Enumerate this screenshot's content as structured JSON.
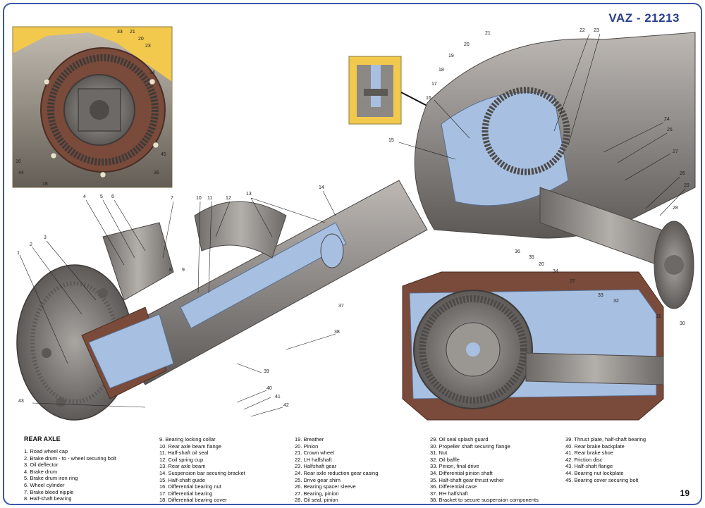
{
  "header": {
    "title": "VAZ - 21213"
  },
  "legend": {
    "title": "REAR AXLE",
    "columns": [
      [
        "1. Road wheel cap",
        "2. Brake drum - to - wheel securing bolt",
        "3. Oil deflector",
        "4. Brake drum",
        "5. Brake drum iron ring",
        "6. Wheel cylinder",
        "7. Brake bleed nipple",
        "8. Half-shaft bearing"
      ],
      [
        "9. Bearing locking collar",
        "10. Rear axle beam flange",
        "11. Half-shaft oil seal",
        "12. Coil spring cup",
        "13. Rear axle beam",
        "14. Suspension bar securing bracket",
        "15. Half-shaft guide",
        "16. Differential bearing nut",
        "17. Differential bearing",
        "18. Differential bearing cover"
      ],
      [
        "19. Breather",
        "20. Pinion",
        "21. Crown wheel",
        "22. LH halfshaft",
        "23. Halfshaft gear",
        "24. Rear axle reduction gear casing",
        "25. Drive gear shim",
        "26. Bearing spacer sleeve",
        "27. Bearing, pinion",
        "28. Oil seal, pinion"
      ],
      [
        "29. Oil seal splash guard",
        "30. Propeller shaft securing flange",
        "31. Nut",
        "32. Oil baffle",
        "33. Pinion, final drive",
        "34. Differential pinion shaft",
        "35. Half-shaft gear thrust wsher",
        "36. Differential case",
        "37. RH halfshaft",
        "38. Bracket to secure suspension components"
      ],
      [
        "39. Thrust plate, half-shaft bearing",
        "40. Rear brake backplate",
        "41. Rear brake shoe",
        "42. Friction disc",
        "43. Half-shaft flange",
        "44. Bearing nut lockplate",
        "45. Bearing cover securing bolt"
      ]
    ]
  },
  "callouts": {
    "c1": "1",
    "c2": "2",
    "c3": "3",
    "c4": "4",
    "c5": "5",
    "c6": "6",
    "c7": "7",
    "c8": "8",
    "c9": "9",
    "c10": "10",
    "c11": "11",
    "c12": "12",
    "c13": "13",
    "c14": "14",
    "c15": "15",
    "c16": "16",
    "c17": "17",
    "c18": "18",
    "c19": "19",
    "c20": "20",
    "c21": "21",
    "c22": "22",
    "c23": "23",
    "c24": "24",
    "c25": "25",
    "c26": "26",
    "c27": "27",
    "c28": "28",
    "c29": "29",
    "c30": "30",
    "c31": "31",
    "c32": "32",
    "c33": "33",
    "c34": "34",
    "c35": "35",
    "c36": "36",
    "c37": "37",
    "c38": "38",
    "c39": "39",
    "c40": "40",
    "c41": "41",
    "c42": "42",
    "c43": "43",
    "i33": "33",
    "i21": "21",
    "i20": "20",
    "i23": "23",
    "i34": "34",
    "i45": "45",
    "i36": "36",
    "i16": "16",
    "i44": "44",
    "i18": "18",
    "d36": "36",
    "d35": "35",
    "d20": "20",
    "d34": "34",
    "d27": "27"
  },
  "page_number": "19",
  "colors": {
    "frame": "#3a56a8",
    "title": "#2a3f8f",
    "inset_bg": "#f2c94c",
    "metal": "#8c8885",
    "cutaway": "#a7bfe0",
    "casting": "#7a4a3a"
  }
}
